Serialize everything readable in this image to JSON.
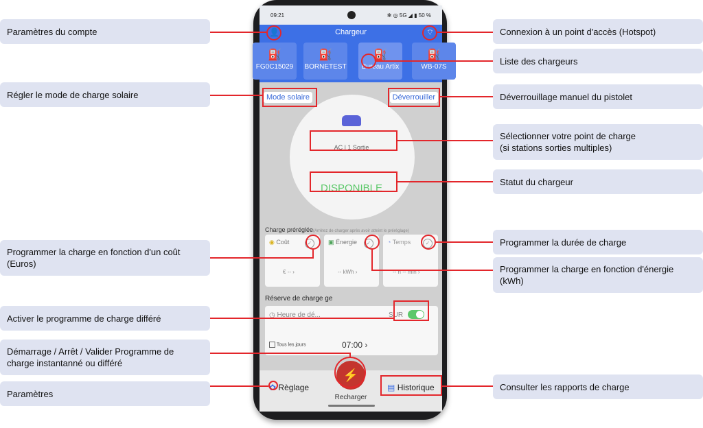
{
  "phone": {
    "status": {
      "time": "09:21",
      "icons": "✻ ◎ 5G ◢ ▮ 50 %"
    },
    "header": {
      "title": "Chargeur"
    },
    "chargers": [
      "FG0C15029",
      "BORNETEST",
      "Bureau Artix",
      "WB-07S"
    ],
    "solar_button": "Mode solaire",
    "unlock_button": "Déverrouiller",
    "connector": "AC | 1 Sortie",
    "status_label": "DISPONIBLE",
    "preset": {
      "title": "Charge préréglée",
      "note": "(Arrêtez de charger après avoir atteint le préréglage)",
      "cards": [
        {
          "label": "Coût",
          "value": "€ -- ›"
        },
        {
          "label": "Énergie",
          "value": "-- kWh ›"
        },
        {
          "label": "Temps",
          "value": "-- h -- min ›"
        }
      ]
    },
    "reserve": {
      "title": "Réserve de charge",
      "extra": "ge",
      "start_placeholder": "Heure de dé...",
      "toggle_label": "SUR",
      "everyday": "Tous les jours",
      "time": "07:00 ›"
    },
    "bottom": {
      "settings": "Règlage",
      "charge": "Recharger",
      "history": "Historique"
    }
  },
  "callouts": {
    "left": [
      "Paramètres du compte",
      "Régler le mode de charge solaire",
      "Programmer la charge en fonction d'un coût\n(Euros)",
      "Activer le programme de charge différé",
      "Démarrage / Arrêt / Valider Programme de\ncharge instantanné ou différé",
      "Paramètres"
    ],
    "right": [
      "Connexion à un point d'accès (Hotspot)",
      "Liste des chargeurs",
      "Déverrouillage manuel du pistolet",
      "Sélectionner votre point de charge\n(si stations sorties multiples)",
      "Statut du chargeur",
      "Programmer la durée de charge",
      "Programmer la charge en fonction d'énergie\n(kWh)",
      "Consulter les rapports de charge"
    ]
  },
  "colors": {
    "accent": "#3d70e6",
    "annotation": "#e3262b",
    "callout_bg": "#dfe3f1",
    "available": "#5cc86a",
    "charge_button": "#c4352e"
  },
  "icons": [
    "user-icon",
    "wifi-icon",
    "charger-icon",
    "car-icon",
    "coin-icon",
    "battery-icon",
    "clock-icon",
    "check-icon",
    "gear-icon",
    "bolt-icon",
    "document-icon"
  ]
}
